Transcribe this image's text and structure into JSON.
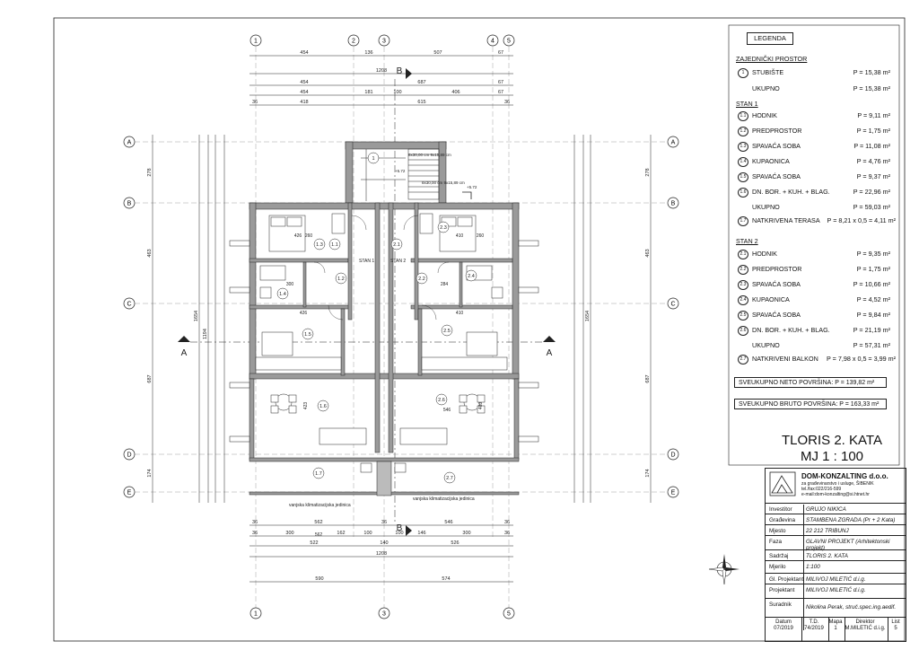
{
  "drawing": {
    "axes_top": [
      "1",
      "2",
      "3",
      "4",
      "5"
    ],
    "axes_bottom": [
      "1",
      "3",
      "5"
    ],
    "axes_side": [
      "A",
      "B",
      "C",
      "D",
      "E"
    ],
    "top_dims_1": [
      "454",
      "136",
      "507",
      "67"
    ],
    "top_dims_total": "1208",
    "top_dims_2": [
      "454",
      "687",
      "67"
    ],
    "top_dims_3": [
      "454",
      "181",
      "100",
      "406",
      "67"
    ],
    "top_dims_4": [
      "36",
      "418",
      "615",
      "36"
    ],
    "bottom_dims_1": [
      "36",
      "562",
      "36",
      "546",
      "36"
    ],
    "bottom_dims_2": [
      "36",
      "300",
      "162",
      "100",
      "100",
      "146",
      "300",
      "36"
    ],
    "bottom_dims_3": [
      "522",
      "140",
      "526"
    ],
    "bottom_dims_total": "1208",
    "bottom_dims_4": [
      "590",
      "574"
    ],
    "left_dims_outer": [
      "278",
      "463",
      "687",
      "174"
    ],
    "left_total": "1654",
    "left_sub": "1194",
    "right_dims_outer": [
      "278",
      "463",
      "687",
      "174"
    ],
    "right_total": "1654",
    "section_a": "A",
    "section_b": "B",
    "stan1": "STAN 1",
    "stan2": "STAN 2",
    "stair_note_1": "8x30,00 cm\n9x15,89 cm",
    "stair_note_2": "8x30,00 cm\n9x15,89 cm",
    "level_1": "+5.72",
    "level_2": "+5.72",
    "ac_note": "vanjska klimatizacijska jedinica",
    "room_tags": [
      "1.1",
      "1.2",
      "1.3",
      "1.4",
      "1.5",
      "1.6",
      "1.7",
      "2.1",
      "2.2",
      "2.3",
      "2.4",
      "2.5",
      "2.6",
      "2.7",
      "1"
    ],
    "room_dims": [
      "426",
      "260",
      "410",
      "260",
      "300",
      "284",
      "426",
      "410",
      "423",
      "546",
      "403",
      "562"
    ]
  },
  "legend": {
    "title": "LEGENDA",
    "common_title": "ZAJEDNIČKI PROSTOR",
    "common": [
      {
        "n": "1",
        "label": "STUBIŠTE",
        "value": "P = 15,38 m²"
      }
    ],
    "common_total": {
      "label": "UKUPNO",
      "value": "P = 15,38 m²"
    },
    "stan1_title": "STAN 1",
    "stan1": [
      {
        "n": "1.1",
        "label": "HODNIK",
        "value": "P =  9,11 m²"
      },
      {
        "n": "1.2",
        "label": "PREDPROSTOR",
        "value": "P =  1,75 m²"
      },
      {
        "n": "1.3",
        "label": "SPAVAĆA SOBA",
        "value": "P = 11,08 m²"
      },
      {
        "n": "1.4",
        "label": "KUPAONICA",
        "value": "P =  4,76 m²"
      },
      {
        "n": "1.5",
        "label": "SPAVAĆA SOBA",
        "value": "P =  9,37 m²"
      },
      {
        "n": "1.6",
        "label": "DN. BOR. + KUH. + BLAG.",
        "value": "P = 22,96 m²"
      }
    ],
    "stan1_total": {
      "label": "UKUPNO",
      "value": "P = 59,03 m²"
    },
    "stan1_extra": {
      "n": "1.7",
      "label": "NATKRIVENA TERASA",
      "value": "P = 8,21 x 0,5 = 4,11 m²"
    },
    "stan2_title": "STAN 2",
    "stan2": [
      {
        "n": "2.1",
        "label": "HODNIK",
        "value": "P =  9,35 m²"
      },
      {
        "n": "2.2",
        "label": "PREDPROSTOR",
        "value": "P =  1,75 m²"
      },
      {
        "n": "2.3",
        "label": "SPAVAĆA SOBA",
        "value": "P = 10,66 m²"
      },
      {
        "n": "2.4",
        "label": "KUPAONICA",
        "value": "P =  4,52 m²"
      },
      {
        "n": "2.5",
        "label": "SPAVAĆA SOBA",
        "value": "P =  9,84 m²"
      },
      {
        "n": "2.6",
        "label": "DN. BOR. + KUH. + BLAG.",
        "value": "P = 21,19 m²"
      }
    ],
    "stan2_total": {
      "label": "UKUPNO",
      "value": "P = 57,31 m²"
    },
    "stan2_extra": {
      "n": "2.7",
      "label": "NATKRIVENI BALKON",
      "value": "P = 7,98 x 0,5 = 3,99 m²"
    },
    "neto": "SVEUKUPNO NETO POVRŠINA:  P = 139,82 m²",
    "bruto": "SVEUKUPNO BRUTO POVRŠINA: P = 163,33 m²"
  },
  "sheet_title": "TLORIS 2. KATA",
  "sheet_scale": "MJ 1 : 100",
  "title_block": {
    "firm": "DOM-KONZALTING d.o.o.",
    "firm_sub1": "za građevinarstvo i usluge, ŠIBENIK",
    "firm_sub2": "tel./fax:022/216-599",
    "firm_sub3": "e-mail:dom-konzalting@si.htnet.hr",
    "rows": [
      {
        "k": "Investitor",
        "v": "GRUJO NIKICA"
      },
      {
        "k": "Građevina",
        "v": "STAMBENA ZGRADA (Pr + 2 Kata)"
      },
      {
        "k": "Mjesto",
        "v": "22 212 TRIBUNJ"
      },
      {
        "k": "Faza",
        "v": "GLAVNI PROJEKT (Arhitektonski projekt)"
      },
      {
        "k": "Sadržaj",
        "v": "TLORIS 2. KATA"
      },
      {
        "k": "Mjerilo",
        "v": "1:100"
      },
      {
        "k": "Gl. Projektant",
        "v": "MILIVOJ MILETIĆ d.i.g."
      },
      {
        "k": "Projektant",
        "v": "MILIVOJ MILETIĆ d.i.g."
      },
      {
        "k": "Suradnik",
        "v": "Nikolina Perak, struč.spec.ing.aedif."
      }
    ],
    "datum_k": "Datum",
    "datum_v": "07/2019",
    "td_k": "T.D.",
    "td_v": "74/2019",
    "mapa_k": "Mapa",
    "mapa_v": "1",
    "dir_k": "Direktor",
    "dir_v": "M.MILETIĆ d.i.g.",
    "list_k": "List",
    "list_v": "5"
  },
  "colors": {
    "line": "#222222",
    "wall": "#9a9a9a",
    "hatch": "#555555"
  }
}
